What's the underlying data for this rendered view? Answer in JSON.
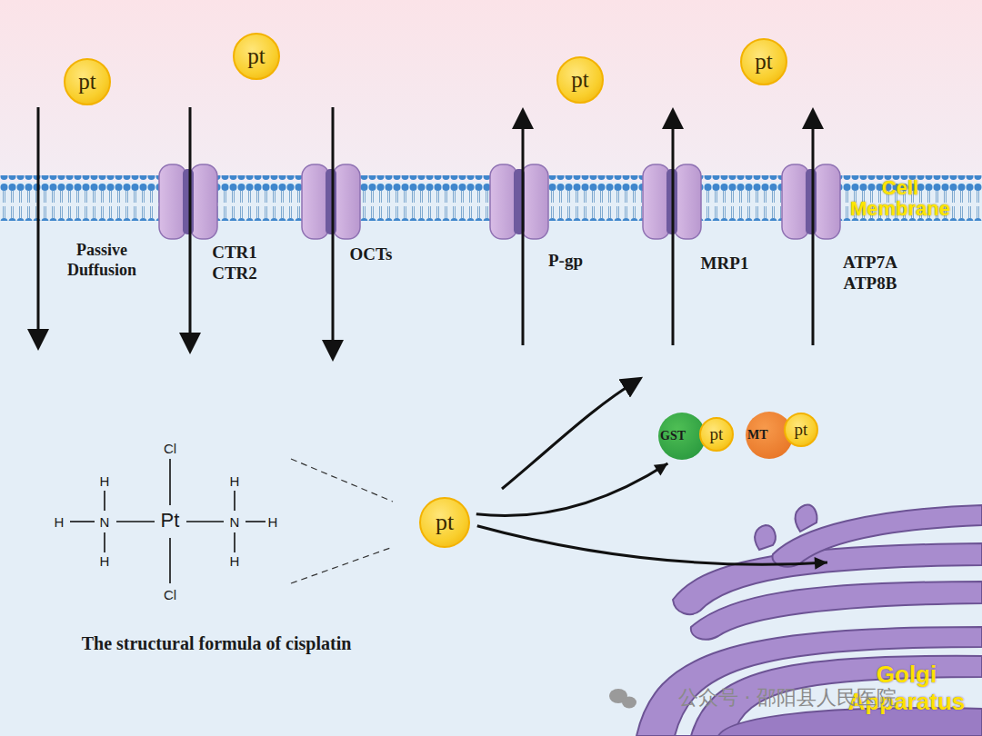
{
  "diagram": {
    "nodes": [
      {
        "text": [
          "pt"
        ]
      },
      {
        "text": [
          "pt"
        ]
      },
      {
        "text": [
          "pt"
        ]
      },
      {
        "text": [
          "pt"
        ]
      },
      {
        "text": [
          "GST"
        ]
      },
      {
        "text": [
          "pt"
        ]
      },
      {
        "text": [
          "MT"
        ]
      },
      {
        "text": [
          "pt"
        ]
      },
      {
        "text": [
          "pt"
        ]
      },
      {
        "text": [
          "Golgi Apparatus"
        ]
      }
    ],
    "edges": [
      {
        "from": 8,
        "to": 4,
        "arrow": "to"
      },
      {
        "from": 8,
        "to": 9,
        "arrow": "to"
      }
    ],
    "labels": [
      "Passive Duffusion",
      "CTR1 CTR2",
      "OCTs",
      "P-gp",
      "MRP1",
      "ATP7A ATP8B",
      "Cell Membrane",
      "Cl",
      "H",
      "H",
      "N",
      "H",
      "Pt",
      "N",
      "H",
      "H",
      "H",
      "Cl",
      "The structural formula of cisplatin",
      "公众号 · 邵阳县人民医院"
    ]
  }
}
